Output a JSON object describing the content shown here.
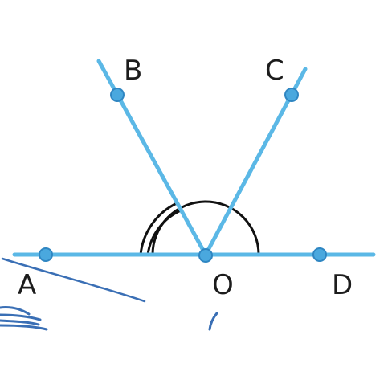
{
  "figure": {
    "labels": {
      "A": "A",
      "B": "B",
      "C": "C",
      "D": "D",
      "O": "O"
    }
  },
  "colors": {
    "line": "#5bb8e6",
    "point_fill": "#4aa8de",
    "point_stroke": "#2f86c2",
    "arc": "#111111",
    "ink": "#3a6fb5",
    "text": "#1c1c1c"
  }
}
